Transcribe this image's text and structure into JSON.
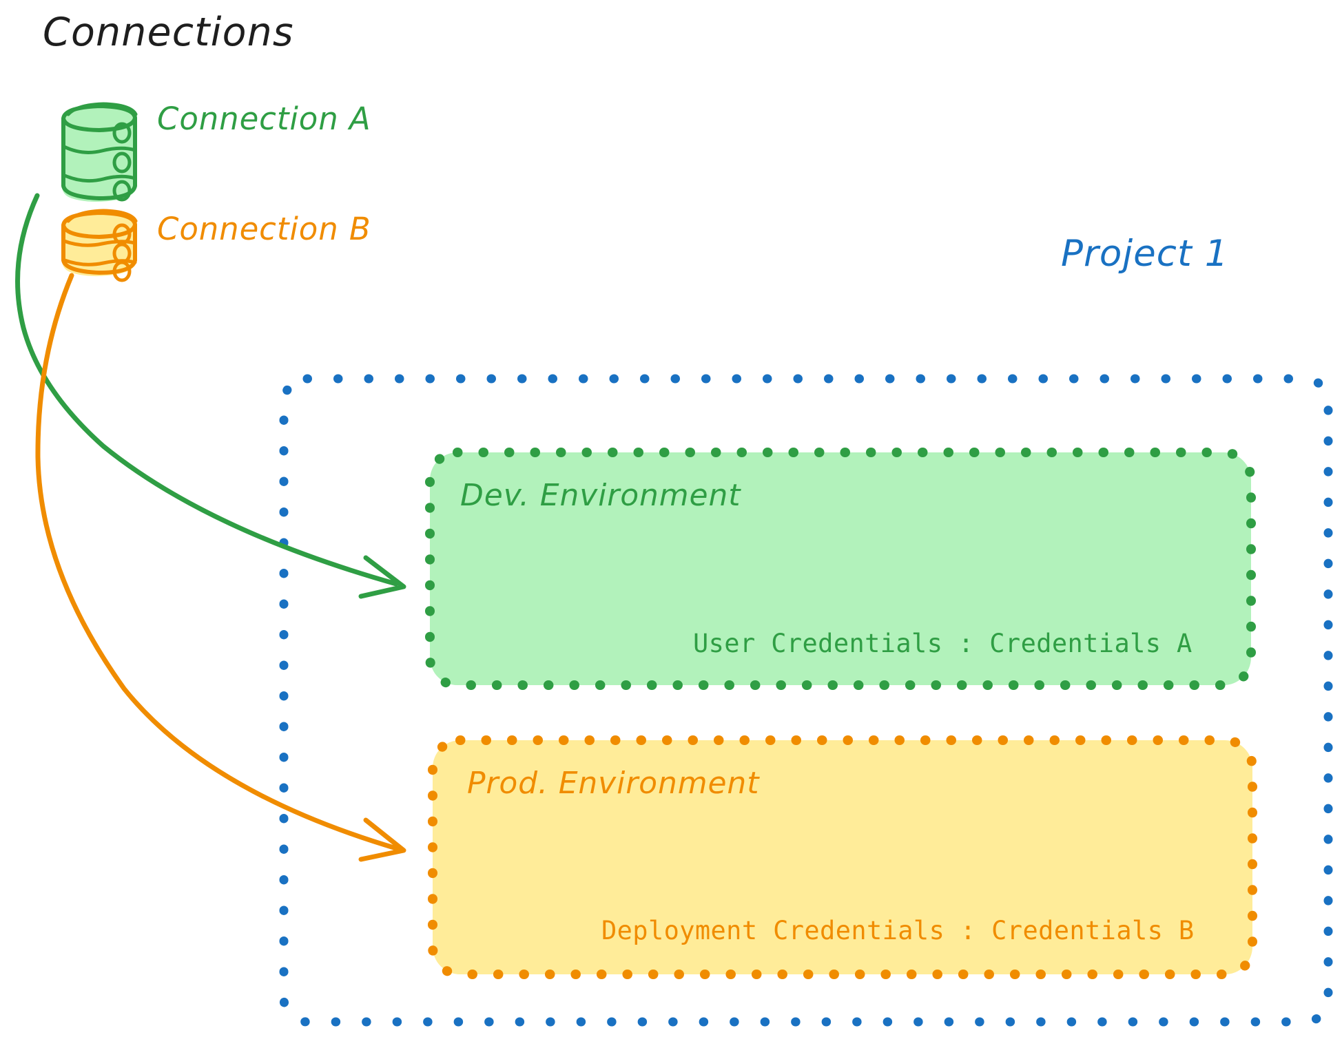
{
  "diagram": {
    "title": "Connections",
    "connections": [
      {
        "id": "connection-a",
        "label": "Connection A",
        "color": "#2f9e44",
        "fill": "#b2f2bb",
        "icon": "database-icon"
      },
      {
        "id": "connection-b",
        "label": "Connection B",
        "color": "#f08c00",
        "fill": "#ffec99",
        "icon": "database-icon"
      }
    ],
    "project": {
      "label": "Project 1",
      "color": "#1971c2",
      "border_style": "dotted",
      "environments": [
        {
          "id": "dev-environment",
          "label": "Dev. Environment",
          "credentials": "User Credentials : Credentials A",
          "color": "#2f9e44",
          "fill": "#b2f2bb",
          "border_style": "dotted"
        },
        {
          "id": "prod-environment",
          "label": "Prod. Environment",
          "credentials": "Deployment Credentials : Credentials B",
          "color": "#f08c00",
          "fill": "#ffec99",
          "border_style": "dotted"
        }
      ]
    },
    "arrows": [
      {
        "id": "arrow-connection-a-to-dev",
        "from": "connection-a",
        "to": "dev-environment",
        "color": "#2f9e44"
      },
      {
        "id": "arrow-connection-b-to-prod",
        "from": "connection-b",
        "to": "prod-environment",
        "color": "#f08c00"
      }
    ],
    "colors": {
      "title_text": "#1e1e1e",
      "green_stroke": "#2f9e44",
      "green_fill": "#b2f2bb",
      "orange_stroke": "#f08c00",
      "orange_fill": "#ffec99",
      "blue_stroke": "#1971c2",
      "background": "#ffffff"
    }
  }
}
